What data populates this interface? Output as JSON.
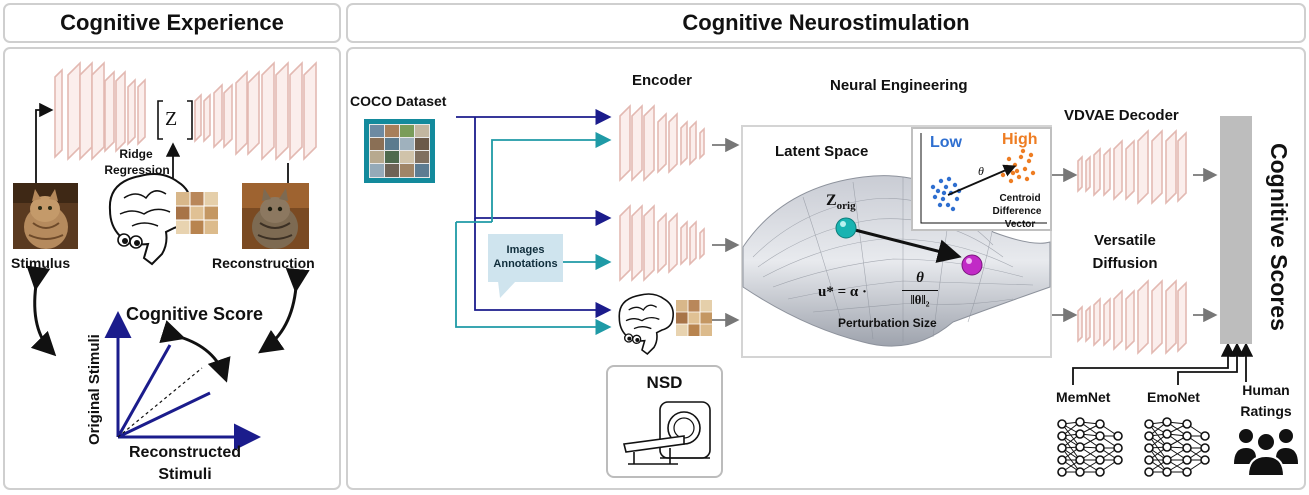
{
  "left_panel": {
    "title": "Cognitive Experience",
    "stimulus_label": "Stimulus",
    "reconstruction_label": "Reconstruction",
    "ridge_label": "Ridge",
    "regression_label": "Regression",
    "z_symbol": "Z",
    "cognitive_score_label": "Cognitive Score",
    "y_axis_label": "Original Stimuli",
    "x_axis_label_line1": "Reconstructed",
    "x_axis_label_line2": "Stimuli"
  },
  "right_panel": {
    "title": "Cognitive Neurostimulation",
    "coco_label": "COCO Dataset",
    "encoder_label": "Encoder",
    "neural_engineering_label": "Neural Engineering",
    "latent_space_label": "Latent Space",
    "z_orig_main": "Z",
    "z_orig_sub": "orig",
    "low_label": "Low",
    "high_label": "High",
    "theta_label": "θ",
    "centroid_line1": "Centroid",
    "centroid_line2": "Difference",
    "centroid_line3": "Vector",
    "formula_lhs": "u* = α ·",
    "formula_num": "θ",
    "formula_den": "‖θ‖₂",
    "perturbation_label": "Perturbation Size",
    "images_label": "Images",
    "annotations_label": "Annotations",
    "nsd_label": "NSD",
    "vdvae_label": "VDVAE Decoder",
    "versatile_line1": "Versatile",
    "versatile_line2": "Diffusion",
    "cognitive_scores_label": "Cognitive Scores",
    "memnet_label": "MemNet",
    "emonet_label": "EmoNet",
    "human_line1": "Human",
    "human_line2": "Ratings"
  },
  "colors": {
    "arrow_navy": "#1b1c8c",
    "arrow_teal": "#1f9aa6",
    "layer_pink": "#e7c4bd",
    "low_blue": "#2f6fd0",
    "high_orange": "#ee7d23",
    "magenta_ball": "#c02ac4",
    "teal_ball": "#1bb3b0"
  }
}
